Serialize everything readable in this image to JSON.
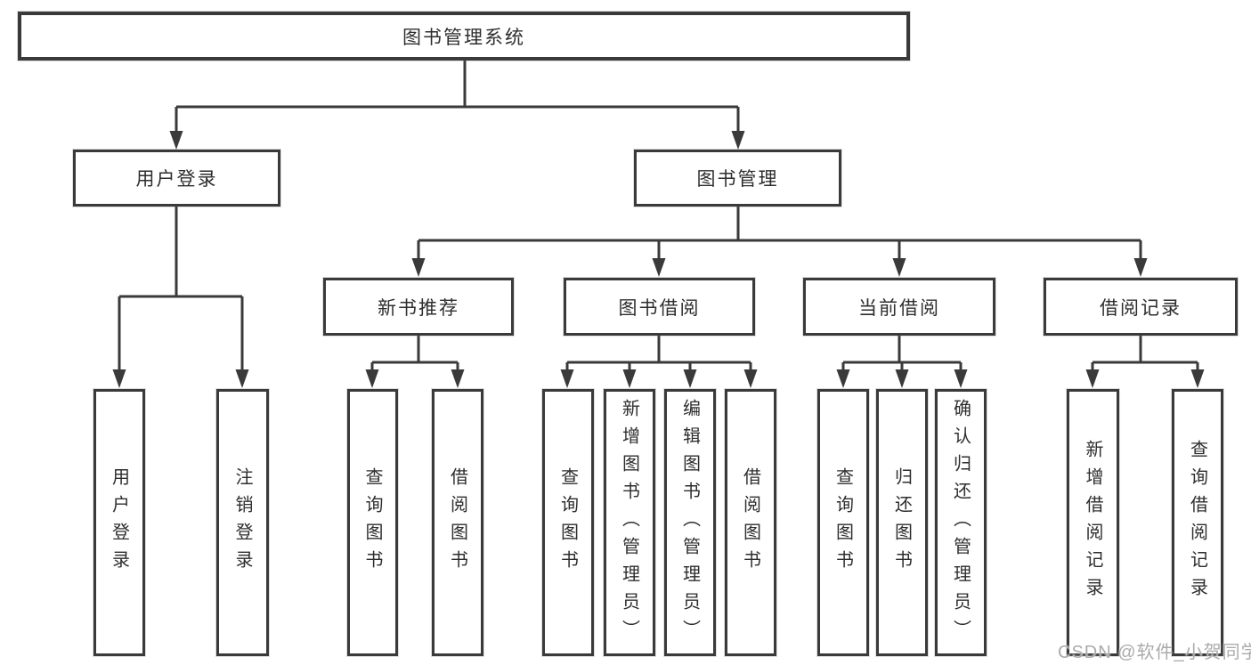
{
  "diagram": {
    "root": {
      "label": "图书管理系统"
    },
    "level2": [
      {
        "label": "用户登录"
      },
      {
        "label": "图书管理"
      }
    ],
    "level3": [
      {
        "label": "新书推荐"
      },
      {
        "label": "图书借阅"
      },
      {
        "label": "当前借阅"
      },
      {
        "label": "借阅记录"
      }
    ],
    "leaves": [
      {
        "label": "用户登录"
      },
      {
        "label": "注销登录"
      },
      {
        "label": "查询图书"
      },
      {
        "label": "借阅图书"
      },
      {
        "label": "查询图书"
      },
      {
        "label": "新增图书（管理员）"
      },
      {
        "label": "编辑图书（管理员）"
      },
      {
        "label": "借阅图书"
      },
      {
        "label": "查询图书"
      },
      {
        "label": "归还图书"
      },
      {
        "label": "确认归还（管理员）"
      },
      {
        "label": "新增借阅记录"
      },
      {
        "label": "查询借阅记录"
      }
    ],
    "watermark": "CSDN @软件_小贺同学",
    "colors": {
      "line": "#3a3a3a",
      "text": "#2e2e2e",
      "watermark": "#ababab",
      "background": "#ffffff"
    }
  }
}
